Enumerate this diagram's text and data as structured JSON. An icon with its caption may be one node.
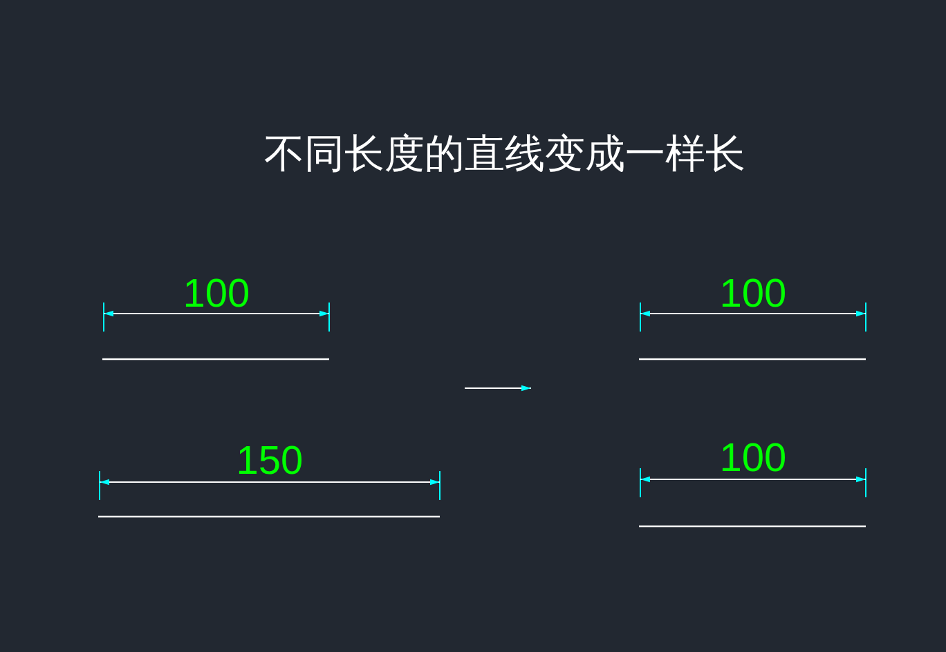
{
  "diagram": {
    "title": "不同长度的直线变成一样长",
    "labels": [
      "100",
      "150",
      "100",
      "100"
    ]
  }
}
